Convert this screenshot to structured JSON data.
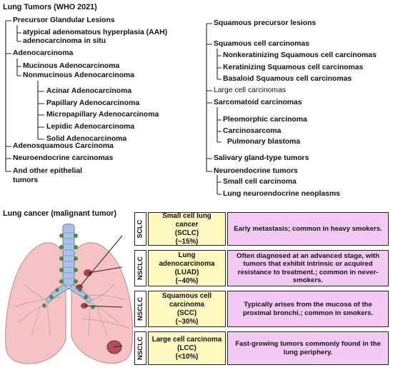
{
  "tree": {
    "title": "Lung Tumors (WHO 2021)",
    "left": [
      "Precursor Glandular Lesions",
      "atypical adenomatous hyperplasia (AAH)",
      "adenocarcinoma in situ",
      "Adenocarcinoma",
      "Mucinous Adenocarcinoma",
      "Nonmucinous Adenocarcinoma",
      "Acinar Adenocarcinoma",
      "Papillary Adenocarcinoma",
      "Micropapillary Adenocarcinoma",
      "Lepidic Adenocarcinoma",
      "Solid Adenocarcinoma",
      "Adenosquamous Carcinoma",
      "Neuroendocrine carcinomas",
      "And other epithelial",
      "tumors"
    ],
    "right": [
      "Squamous precursor lesions",
      "Squamous cell carcinomas",
      "Nonkeratinizing Squamous cell carcinomas",
      "Keratinizing Squamous cell carcinomas",
      "Basaloid Squamous cell carcinomas",
      "Large cell carcinomas",
      "Sarcomatoid carcinomas",
      "Pleomorphic carcinoma",
      "Carcinosarcoma",
      "Pulmonary blastoma",
      "Salivary gland-type tumors",
      "Neuroendocrine tumors",
      "Small cell carcinoma",
      "Lung neuroendocrine neoplasms"
    ]
  },
  "lung_title": "Lung cancer (malignant tumor)",
  "colors": {
    "yellow_box": "#fdf8c0",
    "pink_box": "#f5c9f5",
    "lung": "#f6c2c4",
    "trachea": "#a9c1e3",
    "lymph_node": "#3a9a3a",
    "tumor": "#a0454a"
  },
  "types": [
    {
      "category": "SCLC",
      "name": "Small cell lung cancer",
      "abbr": "(SCLC)",
      "pct": "(~15%)",
      "desc": "Early metastasis; common in heavy smokers."
    },
    {
      "category": "NSCLC",
      "name": "Lung adenocarcinoma",
      "abbr": "(LUAD)",
      "pct": "(~40%)",
      "desc": "Often diagnosed at an advanced stage, with tumors that exhibit intrinsic or acquired resistance to treatment.; common in never-smokers."
    },
    {
      "category": "NSCLC",
      "name": "Squamous cell carcinoma",
      "abbr": "(SCC)",
      "pct": "(~30%)",
      "desc": "Typically arises from the mucosa of the proximal bronchi.; common in smokers."
    },
    {
      "category": "NSCLC",
      "name": "Large cell carcinoma",
      "abbr": "(LCC)",
      "pct": "(<10%)",
      "desc": "Fast-growing tumors commonly found in the lung periphery."
    }
  ]
}
